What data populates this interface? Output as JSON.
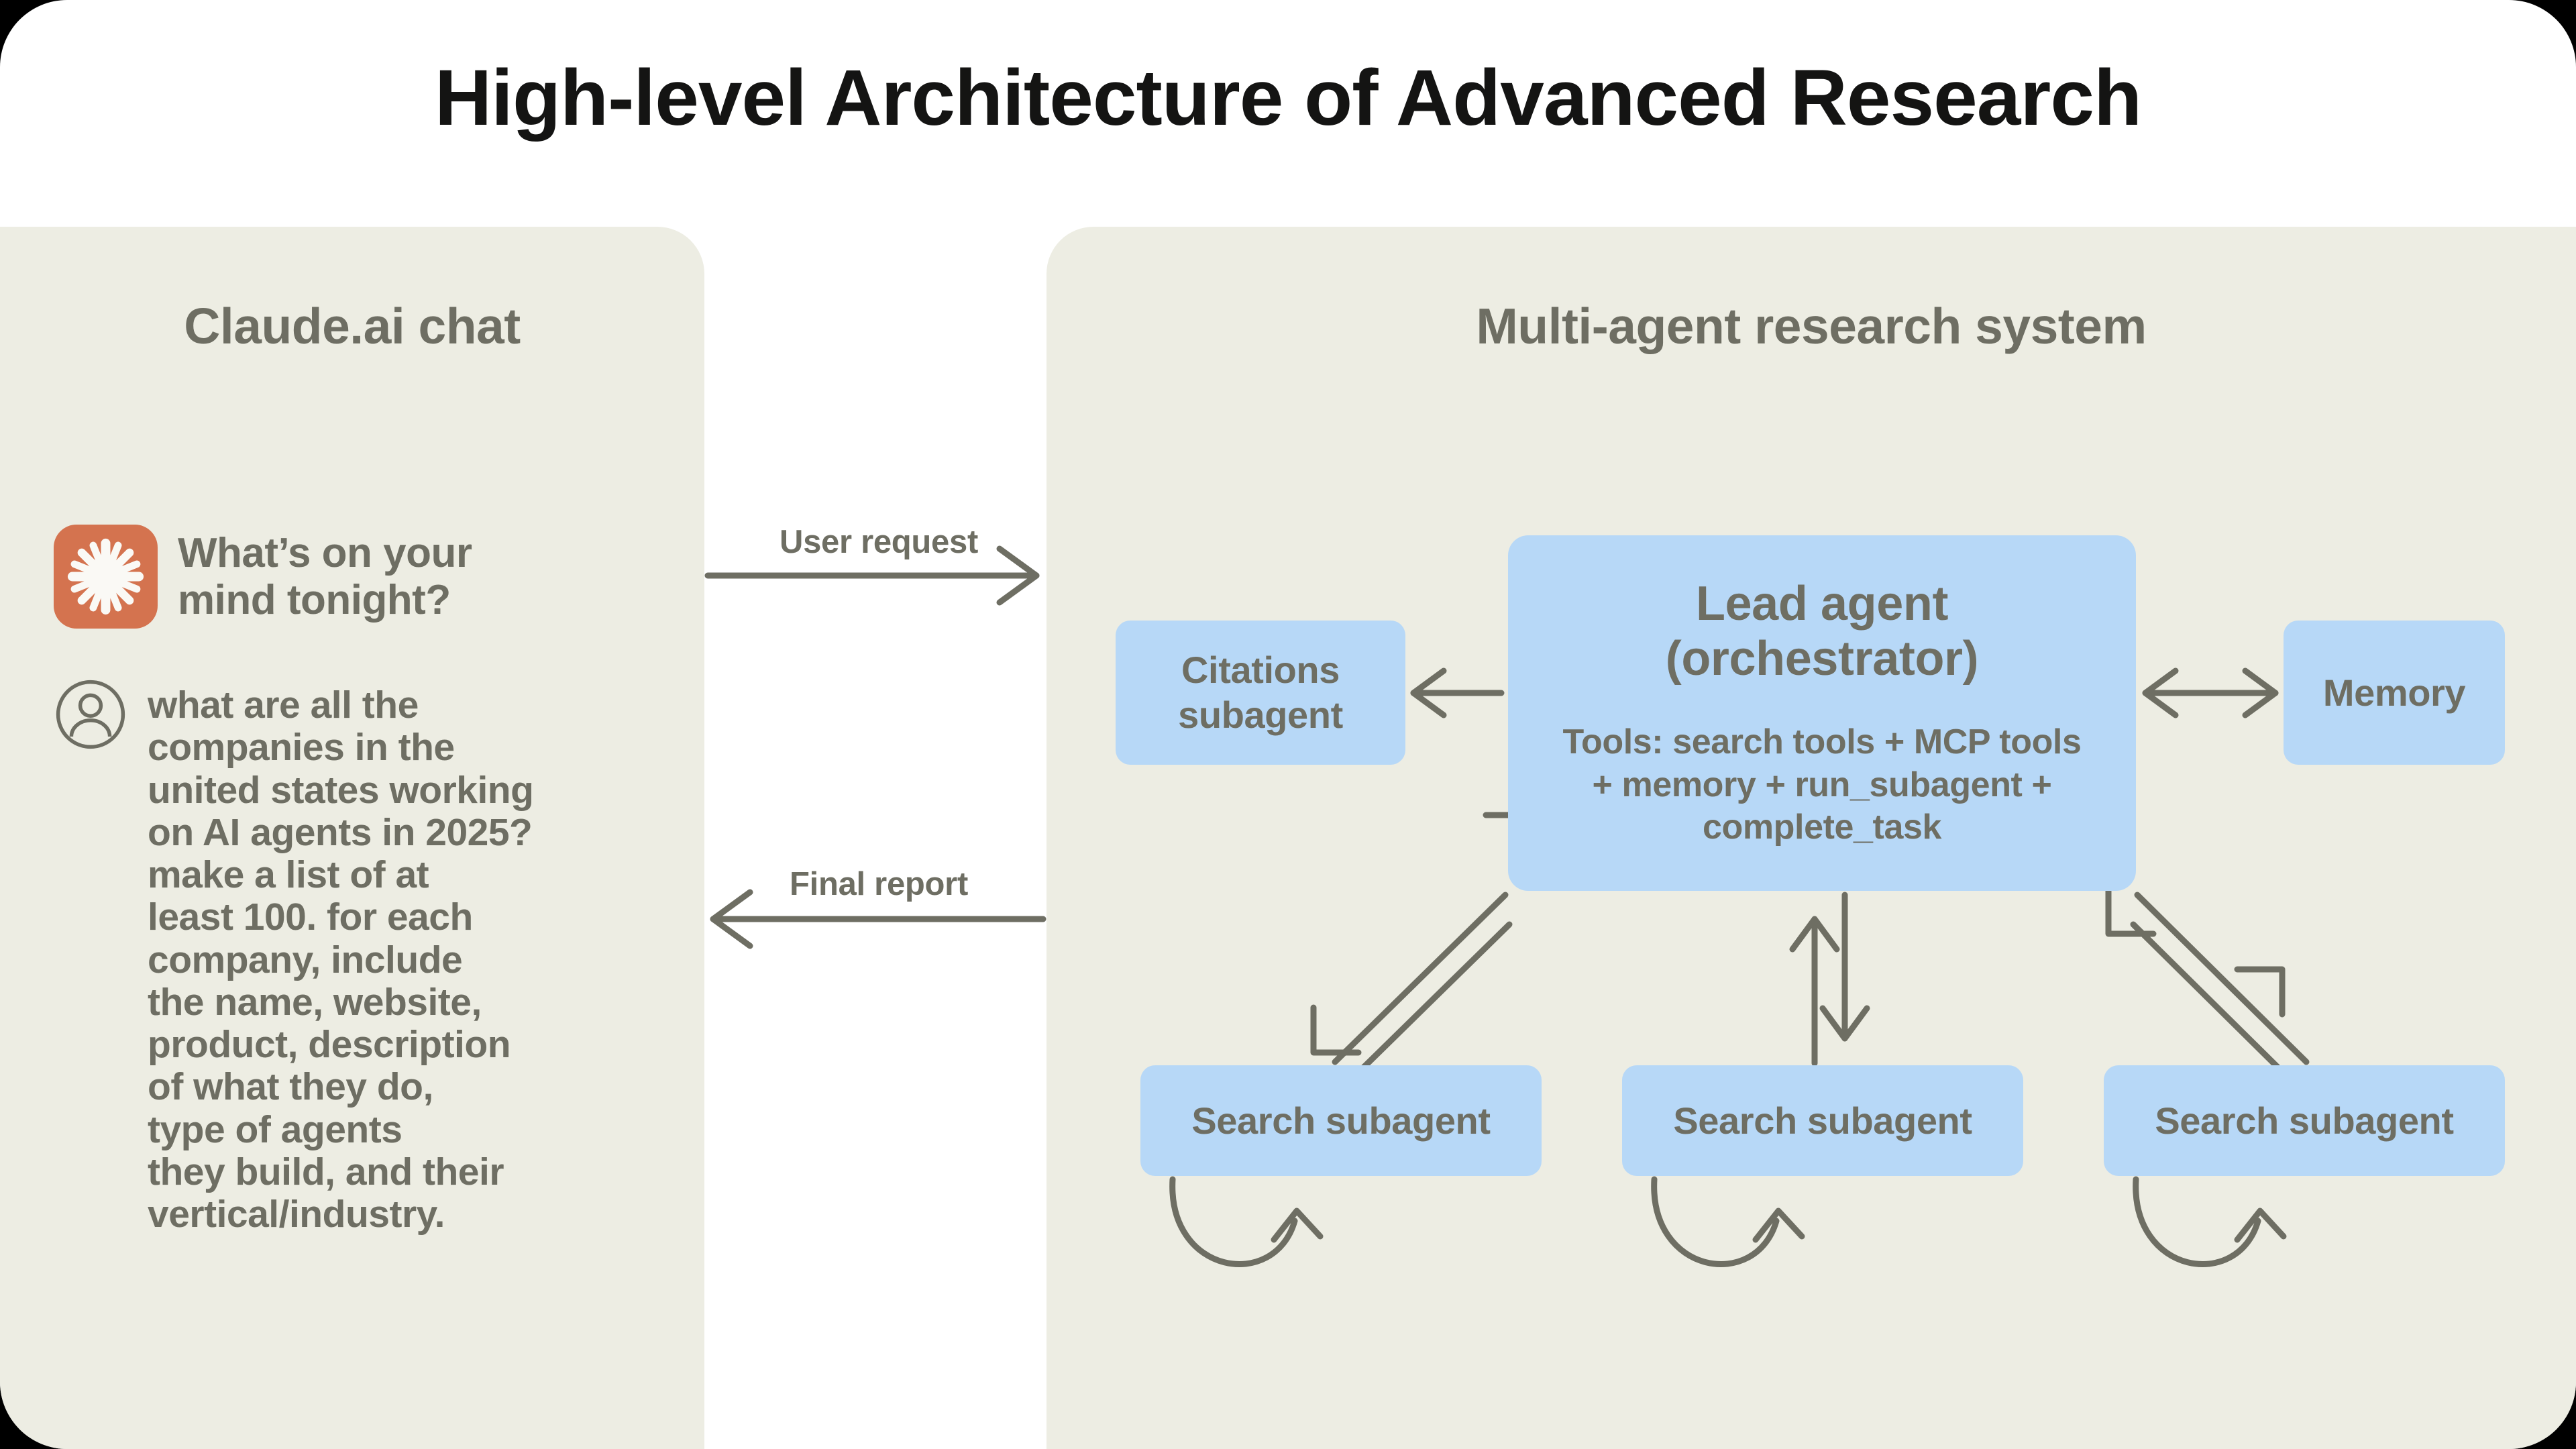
{
  "title": "High-level Architecture of Advanced Research",
  "colors": {
    "page_background": "#FFFFFF",
    "outer_background": "#000000",
    "panel_background": "#EDEDE3",
    "node_blue": "#B7D8F7",
    "text_grey": "#6E6E63",
    "title_black": "#141413",
    "claude_orange": "#D4734F",
    "wire_grey": "#6E6E63"
  },
  "left_panel": {
    "title": "Claude.ai chat",
    "assistant": {
      "avatar_icon": "claude-burst-icon",
      "message": "What’s on your\nmind tonight?"
    },
    "user": {
      "avatar_icon": "user-circle-icon",
      "message": "what are all the\ncompanies in the\nunited states working\non AI agents in 2025?\nmake a list of at\nleast 100. for each\ncompany, include\nthe name, website,\nproduct, description\nof what they do,\ntype of agents\nthey build, and their\nvertical/industry."
    }
  },
  "flows": {
    "user_request": {
      "label": "User request",
      "direction": "right",
      "icon": "arrow-right-icon"
    },
    "final_report": {
      "label": "Final report",
      "direction": "left",
      "icon": "arrow-left-icon"
    }
  },
  "right_panel": {
    "title": "Multi-agent research system",
    "nodes": {
      "lead_agent": {
        "title": "Lead agent\n(orchestrator)",
        "tools": "Tools: search tools + MCP tools\n+ memory + run_subagent +\ncomplete_task"
      },
      "citations": {
        "label": "Citations\nsubagent"
      },
      "memory": {
        "label": "Memory"
      },
      "search_subagents": [
        {
          "label": "Search subagent"
        },
        {
          "label": "Search subagent"
        },
        {
          "label": "Search subagent"
        }
      ]
    },
    "connectors": [
      {
        "from": "lead_agent",
        "to": "citations",
        "icon": "arrow-left-icon",
        "direction": "left"
      },
      {
        "from": "lead_agent",
        "to": "memory",
        "icon": "arrow-bidirectional-icon",
        "direction": "both"
      },
      {
        "from": "lead_agent",
        "to": "search_subagent_1",
        "icon": "arrow-bidirectional-diagonal-icon",
        "direction": "both"
      },
      {
        "from": "lead_agent",
        "to": "search_subagent_2",
        "icon": "arrow-bidirectional-vertical-icon",
        "direction": "both"
      },
      {
        "from": "lead_agent",
        "to": "search_subagent_3",
        "icon": "arrow-bidirectional-diagonal-icon",
        "direction": "both"
      },
      {
        "from": "search_subagent_1",
        "to": "search_subagent_1",
        "icon": "loop-arrow-icon",
        "direction": "self"
      },
      {
        "from": "search_subagent_2",
        "to": "search_subagent_2",
        "icon": "loop-arrow-icon",
        "direction": "self"
      },
      {
        "from": "search_subagent_3",
        "to": "search_subagent_3",
        "icon": "loop-arrow-icon",
        "direction": "self"
      }
    ]
  }
}
